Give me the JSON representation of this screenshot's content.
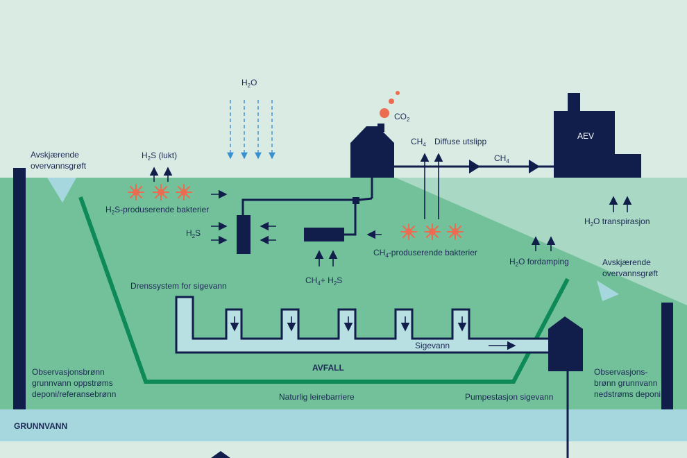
{
  "colors": {
    "sky": "#d9ebe2",
    "landfill": "#73c19a",
    "slope": "#a9d8c4",
    "groundwater": "#a6d7de",
    "leachate": "#b8e0e2",
    "navy": "#111d4a",
    "clay": "#0d8a57",
    "rain": "#3a8fd1",
    "bacteria": "#ec6c52"
  },
  "labels": {
    "h2o_rain": "H",
    "h2o_rain_sub": "2",
    "h2o_rain_tail": "O",
    "co2": "CO",
    "co2_sub": "2",
    "ch4_diffuse": "CH",
    "ch4_diffuse_sub": "4",
    "diffuse": "Diffuse utslipp",
    "ch4_pipe": "CH",
    "ch4_pipe_sub": "4",
    "aev": "AEV",
    "ditch_left_1": "Avskjærende",
    "ditch_left_2": "overvannsgrøft",
    "ditch_right_1": "Avskjærende",
    "ditch_right_2": "overvannsgrøft",
    "h2s_smell_a": "H",
    "h2s_smell_sub": "2",
    "h2s_smell_b": "S (lukt)",
    "h2s_bact_a": "H",
    "h2s_bact_sub": "2",
    "h2s_bact_b": "S-produserende bakterier",
    "h2s_a": "H",
    "h2s_sub": "2",
    "h2s_b": "S",
    "ch4_bact_a": "CH",
    "ch4_bact_sub": "4",
    "ch4_bact_b": "-produserende bakterier",
    "ch4_h2s_a": "CH",
    "ch4_h2s_sub1": "4",
    "ch4_h2s_b": "+ H",
    "ch4_h2s_sub2": "2",
    "ch4_h2s_c": "S",
    "h2o_transp_a": "H",
    "h2o_transp_sub": "2",
    "h2o_transp_b": "O transpirasjon",
    "h2o_evap_a": "H",
    "h2o_evap_sub": "2",
    "h2o_evap_b": "O fordamping",
    "drainage": "Drenssystem for sigevann",
    "leachate": "Sigevann",
    "waste": "AVFALL",
    "well_up_1": "Observasjonsbrønn",
    "well_up_2": "grunnvann oppstrøms",
    "well_up_3": "deponi/referansebrønn",
    "clay_barrier": "Naturlig leirebarriere",
    "pump": "Pumpestasjon sigevann",
    "well_down_1": "Observasjons-",
    "well_down_2": "brønn grunnvann",
    "well_down_3": "nedstrøms deponi",
    "groundwater": "GRUNNVANN"
  }
}
